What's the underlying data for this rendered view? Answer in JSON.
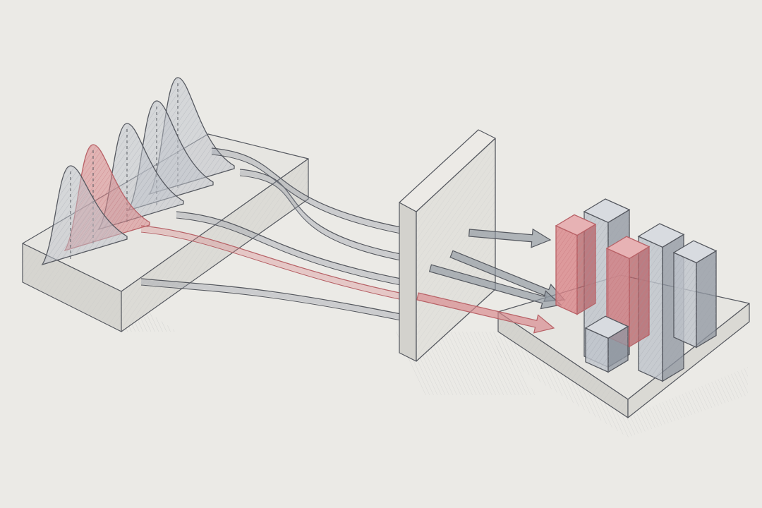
{
  "colors": {
    "paper": "#ebeae6",
    "pencil_stroke": "#55585f",
    "slate_fill": "#bfc4cc",
    "slate_dark": "#8f96a0",
    "highlight_red": "#d9868a",
    "highlight_red_dark": "#b86267",
    "block_top": "#e4e3df",
    "block_side": "#d2d1cc"
  },
  "icons": {
    "flow_arrow": "arrow-right-icon"
  },
  "diagram": {
    "distributions": {
      "count": 5,
      "highlighted_index": 1
    },
    "flow_lines": {
      "count": 5,
      "highlighted_index": 3
    },
    "output_arrows": {
      "count": 4,
      "highlighted_index": 3
    },
    "output_bars": {
      "count": 6,
      "highlighted": [
        0,
        3
      ]
    }
  }
}
